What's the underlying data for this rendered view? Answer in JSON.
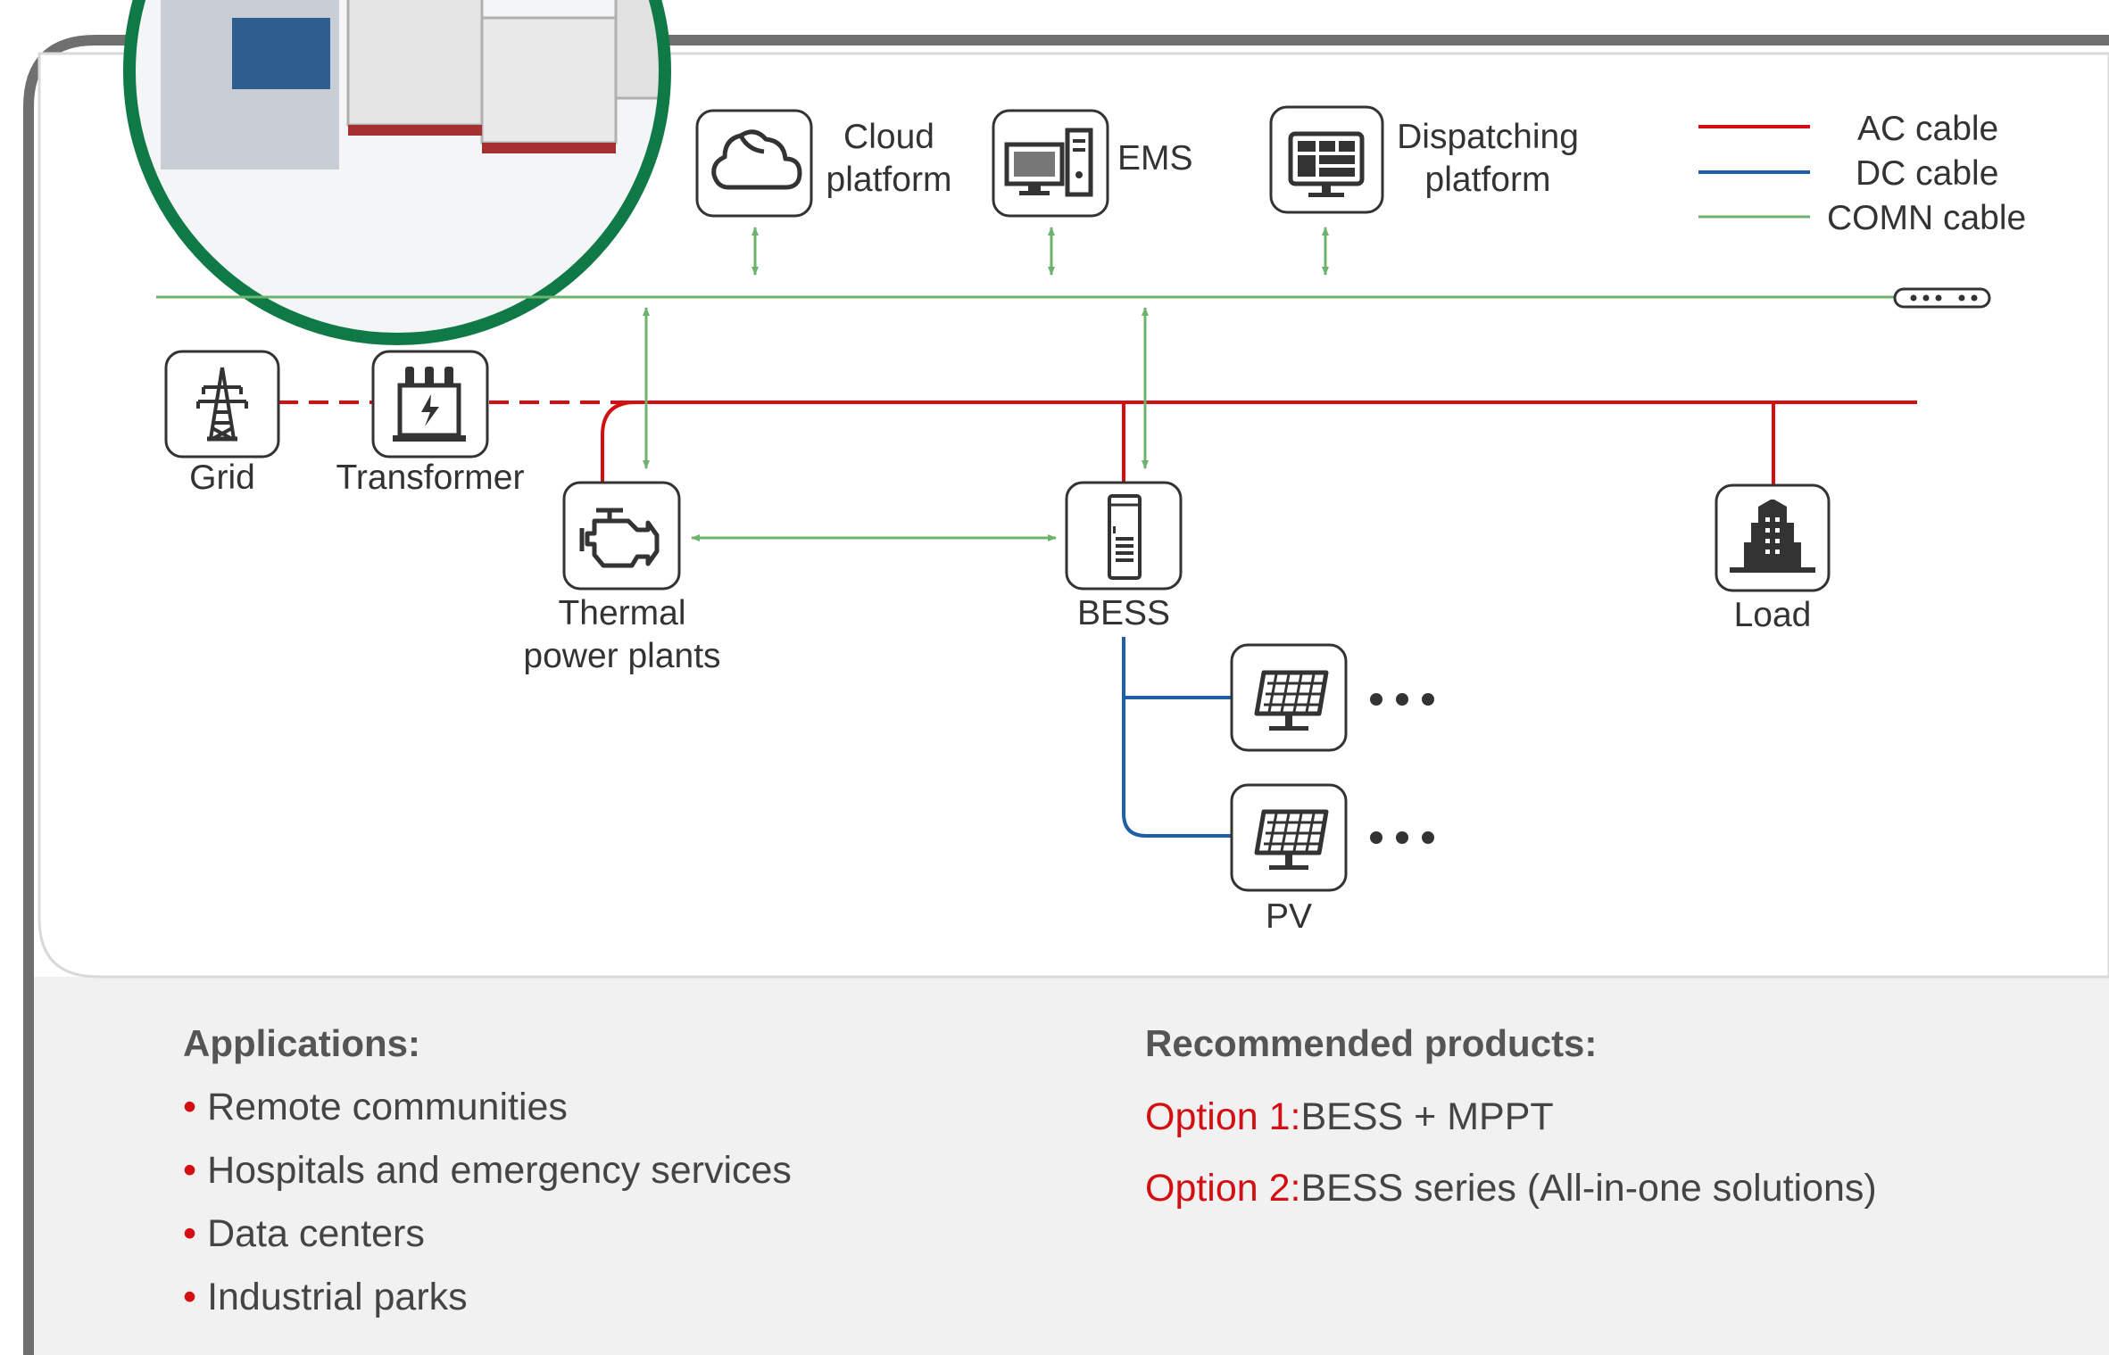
{
  "nodes": {
    "cloud": {
      "label1": "Cloud",
      "label2": "platform"
    },
    "ems": {
      "label": "EMS"
    },
    "dispatch": {
      "label1": "Dispatching",
      "label2": "platform"
    },
    "grid": {
      "label": "Grid"
    },
    "transformer": {
      "label": "Transformer"
    },
    "thermal": {
      "label1": "Thermal",
      "label2": "power plants"
    },
    "bess": {
      "label": "BESS"
    },
    "load": {
      "label": "Load"
    },
    "pv": {
      "label": "PV"
    }
  },
  "legend": {
    "ac": {
      "label": "AC cable",
      "color": "#d40f14"
    },
    "dc": {
      "label": "DC cable",
      "color": "#1f5fa8"
    },
    "comn": {
      "label": "COMN cable",
      "color": "#6db36d"
    }
  },
  "applications": {
    "title": "Applications:",
    "items": [
      "Remote communities",
      "Hospitals and emergency services",
      "Data centers",
      "Industrial parks"
    ]
  },
  "recommended": {
    "title": "Recommended products:",
    "option1_label": "Option 1:",
    "option1_text": "BESS + MPPT",
    "option2_label": "Option 2:",
    "option2_text": "BESS series (All-in-one solutions)"
  },
  "colors": {
    "frame": "#6f6f6f",
    "bottom_panel": "#f1f1f1",
    "green_circle": "#0f7a45",
    "accent_red": "#d40f14"
  },
  "icons": [
    "cloud-icon",
    "computer-icon",
    "dashboard-monitor-icon",
    "transmission-tower-icon",
    "transformer-icon",
    "engine-icon",
    "battery-cabinet-icon",
    "building-icon",
    "solar-panel-icon",
    "connector-plug-icon"
  ]
}
